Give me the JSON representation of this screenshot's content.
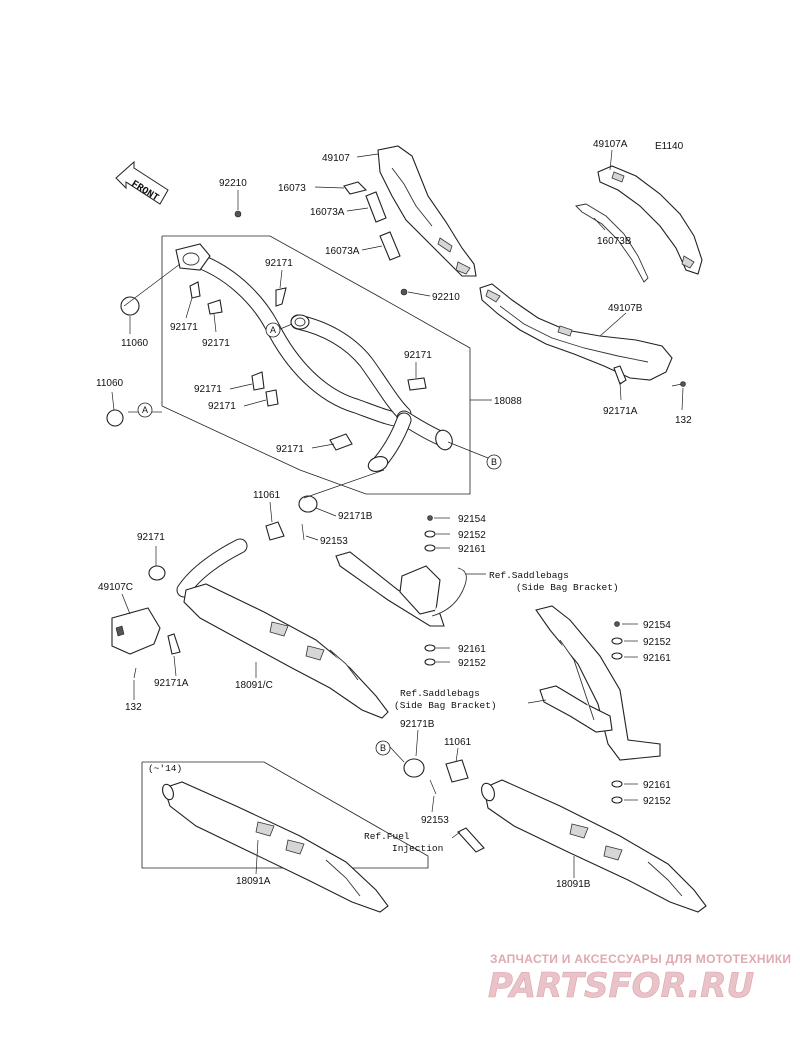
{
  "diagram_code": "E1140",
  "front_label": "FRONT",
  "part_labels": {
    "p49107": "49107",
    "p16073": "16073",
    "p16073A_1": "16073A",
    "p16073A_2": "16073A",
    "p49107A": "49107A",
    "p16073B": "16073B",
    "p49107B": "49107B",
    "p92171A_top": "92171A",
    "p132_top": "132",
    "p92210_a": "92210",
    "p92210_b": "92210",
    "p92171_1": "92171",
    "p92171_2": "92171",
    "p92171_3": "92171",
    "p92171_4": "92171",
    "p92171_5": "92171",
    "p92171_6": "92171",
    "p92171_7": "92171",
    "p11060_1": "11060",
    "p11060_2": "11060",
    "p18088": "18088",
    "p11061_1": "11061",
    "p92171B_1": "92171B",
    "p92153_1": "92153",
    "p92154_1": "92154",
    "p92152_1": "92152",
    "p92161_1": "92161",
    "p92161_2": "92161",
    "p92152_2": "92152",
    "p92171_8": "92171",
    "p49107C": "49107C",
    "p92171A_bot": "92171A",
    "p132_bot": "132",
    "p18091C": "18091/C",
    "p92154_2": "92154",
    "p92152_3": "92152",
    "p92161_3": "92161",
    "p92171B_2": "92171B",
    "p11061_2": "11061",
    "p92153_2": "92153",
    "p92161_4": "92161",
    "p92152_4": "92152",
    "p18091A": "18091A",
    "p18091B": "18091B"
  },
  "reference_notes": {
    "saddlebags_1_line1": "Ref.Saddlebags",
    "saddlebags_1_line2": "(Side Bag Bracket)",
    "saddlebags_2_line1": "Ref.Saddlebags",
    "saddlebags_2_line2": "(Side Bag Bracket)",
    "fuel_line1": "Ref.Fuel",
    "fuel_line2": "Injection"
  },
  "callouts": {
    "A1": "A",
    "A2": "A",
    "B1": "B",
    "B2": "B"
  },
  "year_note": "(~'14)",
  "watermark": {
    "tagline": "ЗАПЧАСТИ И АКСЕССУАРЫ ДЛЯ МОТОТЕХНИКИ",
    "logo": "PARTSFOR.RU"
  }
}
